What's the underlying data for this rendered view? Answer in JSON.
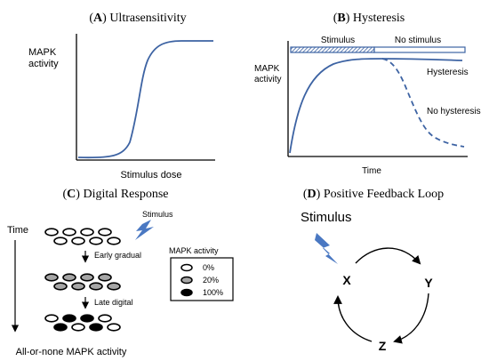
{
  "panelA": {
    "letter": "A",
    "title": " Ultrasensitivity",
    "ylabel_line1": "MAPK",
    "ylabel_line2": "activity",
    "xlabel": "Stimulus dose"
  },
  "panelB": {
    "letter": "B",
    "title": " Hysteresis",
    "stimulus_label": "Stimulus",
    "no_stimulus_label": "No stimulus",
    "ylabel_line1": "MAPK",
    "ylabel_line2": "activity",
    "hysteresis_label": "Hysteresis",
    "no_hysteresis_label": "No hysteresis",
    "xlabel": "Time"
  },
  "panelC": {
    "letter": "C",
    "title": " Digital Response",
    "time_label": "Time",
    "stimulus_label": "Stimulus",
    "early_label": "Early gradual",
    "late_label": "Late digital",
    "legend_title": "MAPK activity",
    "legend_items": [
      "0%",
      "20%",
      "100%"
    ],
    "caption": "All-or-none MAPK activity",
    "colors": {
      "zero": "#ffffff",
      "twenty": "#a6a6a6",
      "hundred": "#000000"
    }
  },
  "panelD": {
    "letter": "D",
    "title": " Positive Feedback Loop",
    "stimulus_label": "Stimulus",
    "node_x": "X",
    "node_y": "Y",
    "node_z": "Z"
  },
  "colors": {
    "curve": "#3d63a3",
    "bolt": "#4a78c2"
  }
}
